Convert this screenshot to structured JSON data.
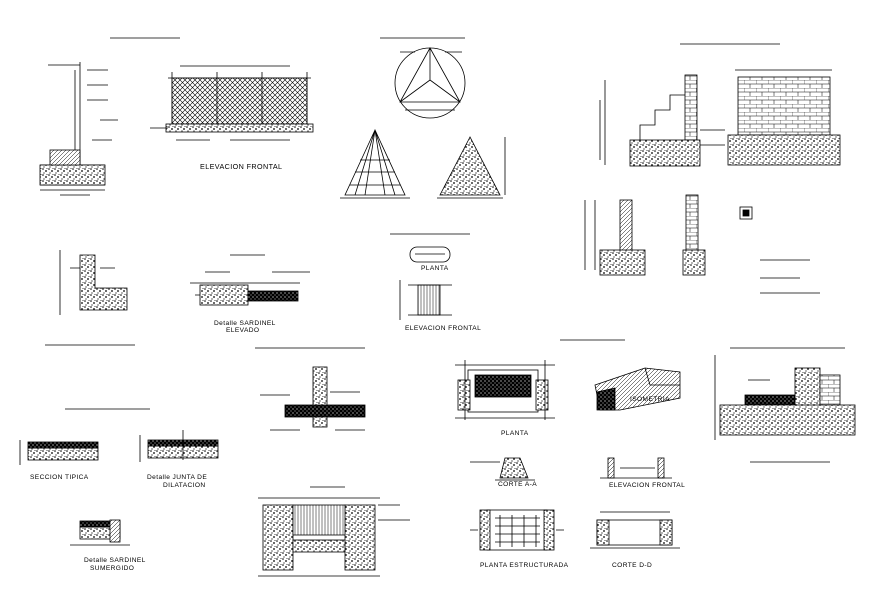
{
  "labels": {
    "elev_frontal": "ELEVACION  FRONTAL",
    "planta": "PLANTA",
    "elev_frontal_2": "ELEVACION  FRONTAL",
    "isometria": "ISOMETRIA",
    "corte_aa": "CORTE  A-A",
    "elev_frontal_3": "ELEVACION  FRONTAL",
    "planta_estructurada": "PLANTA  ESTRUCTURADA",
    "corte_dd": "CORTE  D-D",
    "seccion_tipica": "SECCION  TIPICA",
    "detalle_junta": "Detalle JUNTA  DE",
    "dilatacion": "DILATACION",
    "detalle_sardinel": "Detalle SARDINEL",
    "sumergido": "SUMERGIDO",
    "detalle_sardinel_2": "Detalle SARDINEL",
    "elevado": "ELEVADO",
    "planta_small": "PLANTA",
    "elev_small": "ELEVACION"
  },
  "colors": {
    "ink": "#000000",
    "paper": "#ffffff"
  }
}
